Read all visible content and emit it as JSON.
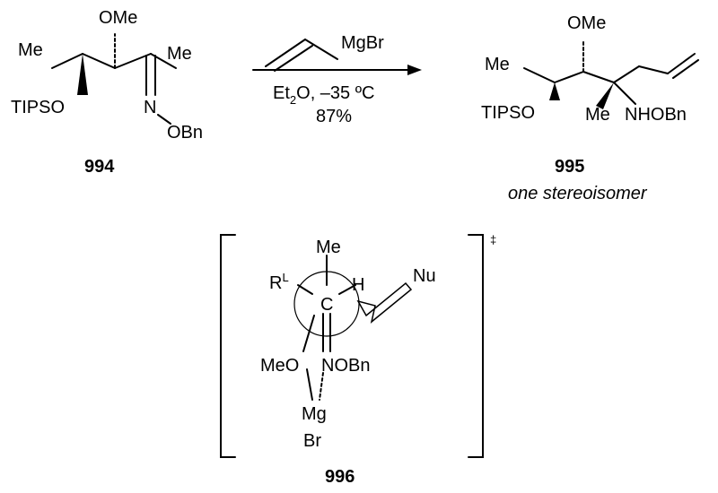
{
  "reaction": {
    "starting_material": {
      "groups": {
        "ome": "OMe",
        "me_left": "Me",
        "me_right": "Me",
        "tipso": "TIPSO",
        "n": "N",
        "obn": "OBn"
      },
      "compound_number": "994"
    },
    "reagent": {
      "mgbr": "MgBr",
      "conditions_prefix": "Et",
      "conditions_sub": "2",
      "conditions_suffix": "O, –35 ºC",
      "yield": "87%"
    },
    "product": {
      "groups": {
        "ome": "OMe",
        "me_left": "Me",
        "tipso": "TIPSO",
        "me_quat": "Me",
        "nhobn": "NHOBn"
      },
      "compound_number": "995",
      "note": "one stereoisomer"
    }
  },
  "transition_state": {
    "me": "Me",
    "r": "R",
    "r_sup": "L",
    "h": "H",
    "nu": "Nu",
    "c": "C",
    "meo": "MeO",
    "nobn": "NOBn",
    "mg": "Mg",
    "br": "Br",
    "dagger": "‡",
    "compound_number": "996"
  }
}
